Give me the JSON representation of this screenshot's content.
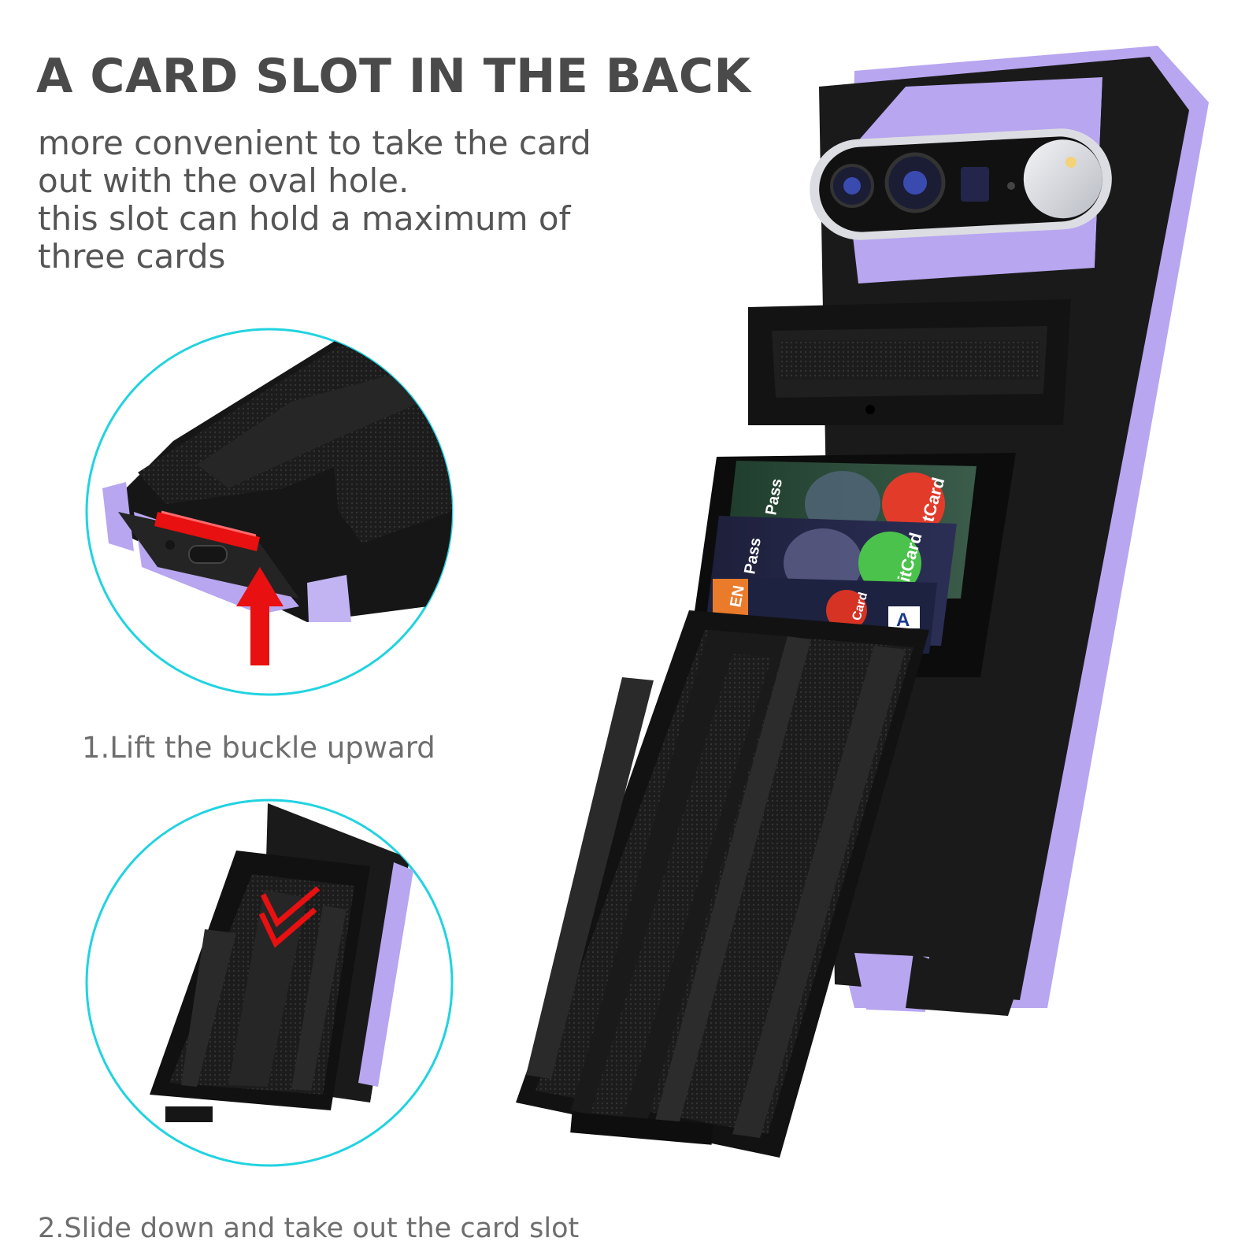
{
  "headline": "A CARD SLOT IN THE BACK",
  "description": [
    "more convenient to take the card",
    "out with the oval hole.",
    "this slot can hold a maximum of",
    "three cards"
  ],
  "steps": [
    {
      "label": "1.Lift the buckle upward"
    },
    {
      "label": "2.Slide down and take out the card slot"
    }
  ],
  "cards": [
    {
      "brand_text": "Pass",
      "badge_text": "tCard"
    },
    {
      "brand_text": "Pass",
      "badge_text": "itCard"
    },
    {
      "brand_text": "EN",
      "badge_text": "Card",
      "extra_text": "A"
    }
  ],
  "colors": {
    "headline": "#4a4a4a",
    "body_text": "#555555",
    "case_black": "#1a1a1a",
    "accent_purple": "#b8a6f0",
    "circle_outline": "#21d3e0",
    "indicator_red": "#e81010"
  },
  "icons": {
    "arrow": "up-arrow-red",
    "chevrons": "double-chevron-down-red"
  }
}
